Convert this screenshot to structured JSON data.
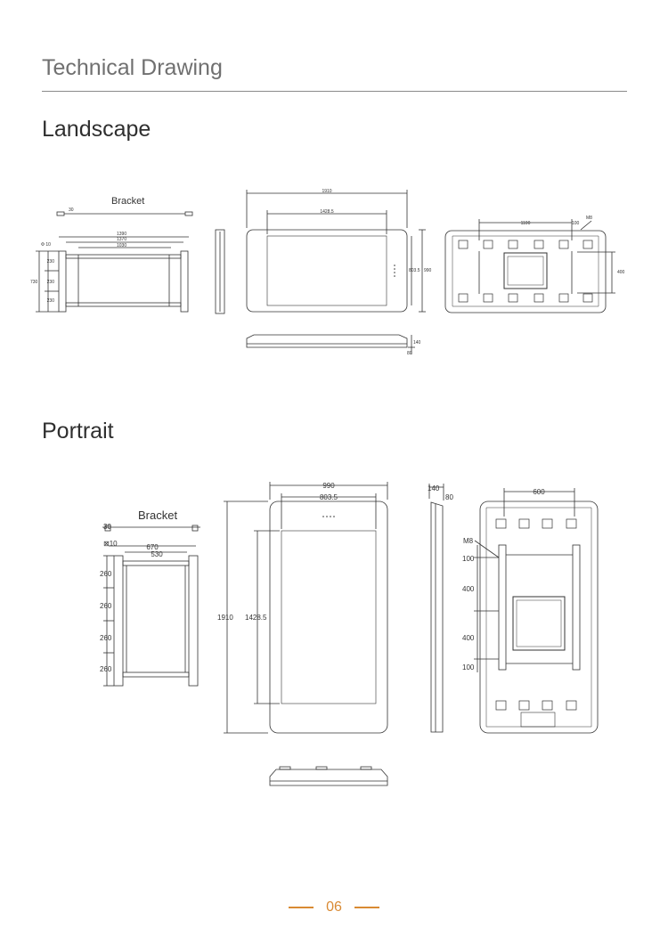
{
  "header": {
    "title": "Technical Drawing"
  },
  "landscape": {
    "section_label": "Landscape",
    "bracket_label": "Bracket",
    "bracket_dims": {
      "d30": "30",
      "phi10": "Φ 10",
      "w1390": "1390",
      "w1370": "1370",
      "w1030": "1030",
      "h730": "730",
      "s230a": "230",
      "s230b": "230",
      "s230c": "230"
    },
    "front_dims": {
      "w1910": "1910",
      "w1428": "1428.5",
      "h803": "803.5",
      "h990": "990"
    },
    "back_dims": {
      "w1100": "1100",
      "w100": "100",
      "m8": "M8",
      "h400": "400"
    },
    "side_dims": {
      "d140": "140",
      "d80": "80"
    }
  },
  "portrait": {
    "section_label": "Portrait",
    "bracket_label": "Bracket",
    "bracket_dims": {
      "d30": "30",
      "sq10": "⊠10",
      "w670": "670",
      "w530": "530",
      "s260a": "260",
      "s260b": "260",
      "s260c": "260",
      "s260d": "260"
    },
    "front_dims": {
      "w990": "990",
      "w803": "803.5",
      "h1910": "1910",
      "h1428": "1428.5"
    },
    "side_dims": {
      "d140": "140",
      "d80": "80"
    },
    "back_dims": {
      "w600": "600",
      "m8": "M8",
      "v100a": "100",
      "v400a": "400",
      "v400b": "400",
      "v100b": "100"
    }
  },
  "footer": {
    "page_number": "06"
  },
  "colors": {
    "accent": "#d98a33",
    "line": "#333333",
    "rule": "#8a8a8a"
  }
}
